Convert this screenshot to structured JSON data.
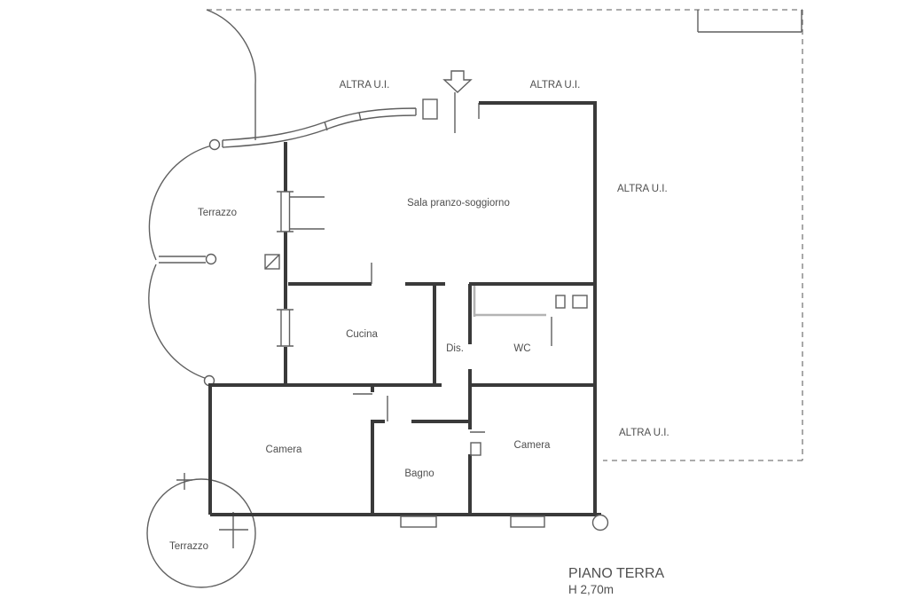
{
  "rooms": {
    "terrazzo_upper": "Terrazzo",
    "sala": "Sala pranzo-soggiorno",
    "cucina": "Cucina",
    "dis": "Dis.",
    "wc": "WC",
    "camera_left": "Camera",
    "bagno": "Bagno",
    "camera_right": "Camera",
    "terrazzo_lower": "Terrazzo"
  },
  "adjacent_units": {
    "top_left": "ALTRA U.I.",
    "top_right": "ALTRA U.I.",
    "right_upper": "ALTRA U.I.",
    "right_lower": "ALTRA U.I."
  },
  "annotations": {
    "floor": "PIANO TERRA",
    "ceiling_height": "H 2,70m"
  },
  "colors": {
    "wall": "#3a3a3a",
    "thin": "#5f5f5f",
    "dashed": "#7a7a7a",
    "fixture": "#b4b4b4",
    "text": "#4f4f4f",
    "bg": "#ffffff"
  }
}
